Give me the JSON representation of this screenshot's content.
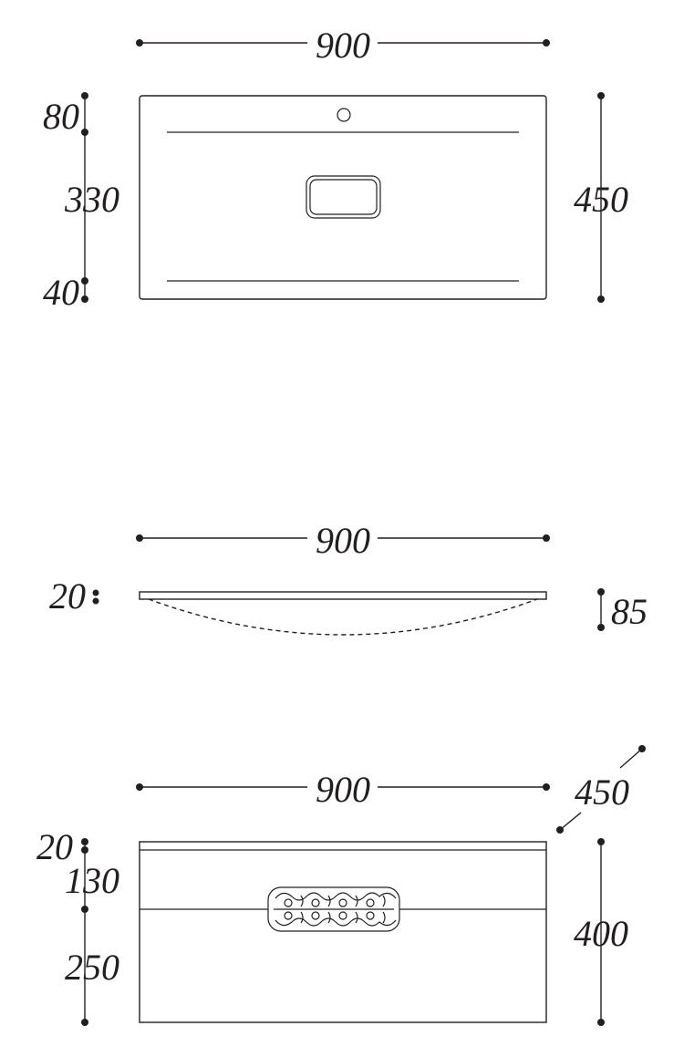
{
  "top_view": {
    "width": "900",
    "depth": "450",
    "front_margin": "80",
    "bowl_depth": "330",
    "back_margin": "40"
  },
  "side_view": {
    "width": "900",
    "top_thickness": "20",
    "bowl_height": "85"
  },
  "front_view": {
    "width": "900",
    "depth": "450",
    "top_thickness": "20",
    "drawer_upper": "130",
    "drawer_lower": "250",
    "height": "400"
  },
  "colors": {
    "ink": "#231f20",
    "background": "#ffffff"
  }
}
